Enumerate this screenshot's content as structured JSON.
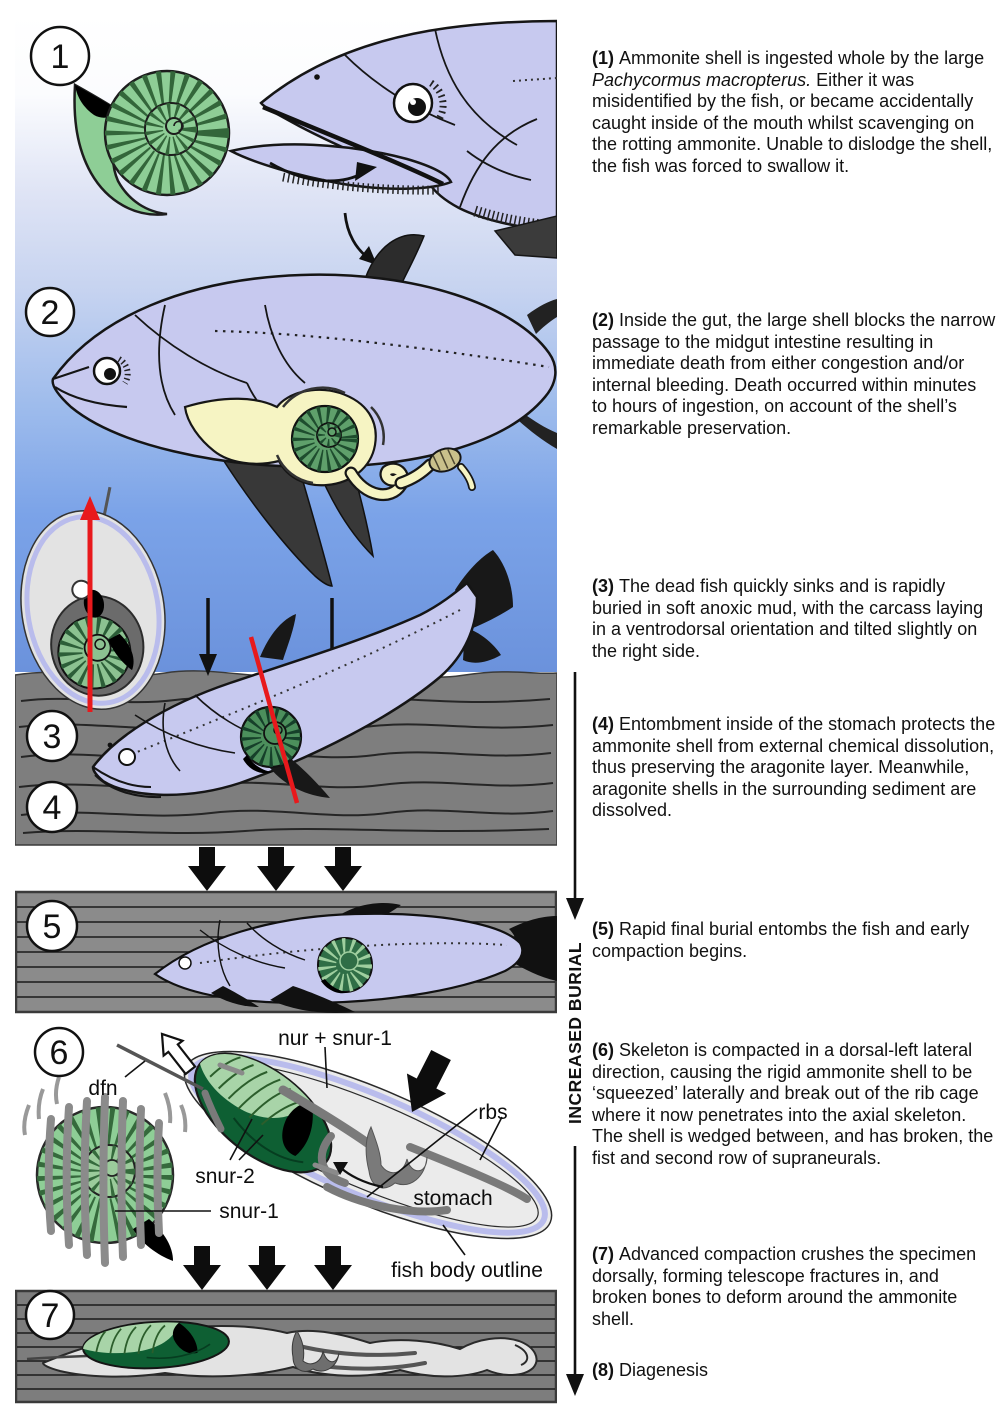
{
  "figure": {
    "panels": [
      "1",
      "2",
      "3",
      "4",
      "5",
      "6",
      "7"
    ],
    "burial_axis_label": "INCREASED BURIAL",
    "steps": [
      {
        "num": "(1)",
        "pre": "Ammonite shell is ingested whole by the large ",
        "italic": "Pachycormus macropterus.",
        "post": " Either it was misidentified by the fish, or became accidentally caught inside of the mouth whilst scavenging on the rotting ammonite. Unable to dislodge the shell, the fish was forced to swallow it."
      },
      {
        "num": "(2)",
        "text": "Inside the gut, the large shell blocks the narrow passage to the midgut intestine resulting in immediate death from either congestion and/or internal bleeding. Death occurred within minutes to hours of ingestion, on account of the shell’s remarkable preservation."
      },
      {
        "num": "(3)",
        "text": "The dead fish quickly sinks and is rapidly buried in soft anoxic mud, with the carcass laying in a ventrodorsal orientation and tilted slightly on the right side."
      },
      {
        "num": "(4)",
        "text": "Entombment inside of the stomach protects the ammonite shell from external chemical dissolution, thus preserving the aragonite layer. Meanwhile, aragonite shells in the surrounding sediment are dissolved."
      },
      {
        "num": "(5)",
        "text": "Rapid final burial entombs the fish and early compaction begins."
      },
      {
        "num": "(6)",
        "text": "Skeleton is compacted in a dorsal-left lateral direction, causing the rigid ammonite shell to be ‘squeezed’ laterally and break out of the rib cage where it now penetrates into the axial skeleton. The shell is wedged between, and has broken, the fist and second row of supraneurals."
      },
      {
        "num": "(7)",
        "text": "Advanced compaction crushes the specimen dorsally, forming telescope fractures in, and broken bones to deform around the ammonite shell."
      },
      {
        "num": "(8)",
        "text": "Diagenesis"
      }
    ],
    "labels": {
      "nur_snur1": "nur + snur-1",
      "dfn": "dfn",
      "rbs": "rbs",
      "snur2": "snur-2",
      "stomach": "stomach",
      "snur1": "snur-1",
      "fish_body_outline": "fish body outline"
    },
    "colors": {
      "fish_body": "#c7c9ef",
      "ammonite_green": "#8ece96",
      "ammonite_dark_green": "#0e5f33",
      "gut_cream": "#f6f4c3",
      "sediment_gray": "#7e7e7e",
      "water_blue": "#6b92dc",
      "highlight_red": "#e8191c"
    }
  }
}
